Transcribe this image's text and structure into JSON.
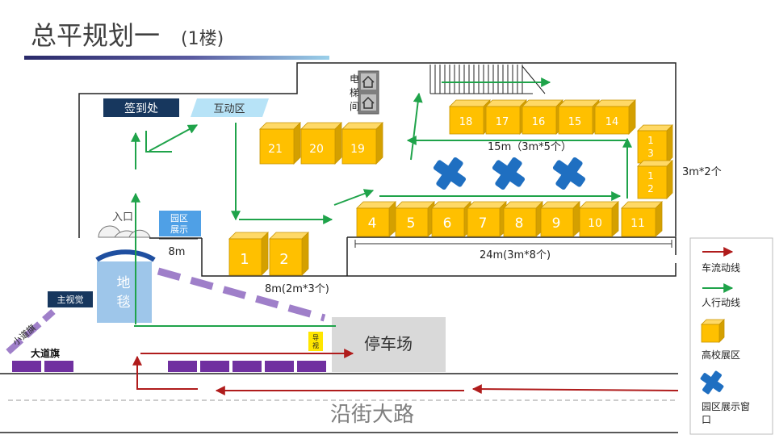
{
  "title": {
    "main": "总平规划一",
    "sub": "(1楼)"
  },
  "labels": {
    "sign_in": "签到处",
    "interaction": "互动区",
    "elevator": [
      "电",
      "梯",
      "间"
    ],
    "entrance": "入口",
    "park_display": [
      "园区",
      "展示"
    ],
    "carpet": [
      "地",
      "毯"
    ],
    "main_visual": "主视觉",
    "small_flag": "小道旗",
    "big_flag": "大道旗",
    "guide": [
      "导",
      "视"
    ],
    "parking": "停车场",
    "street": "沿街大路"
  },
  "dimensions": {
    "d8m": "8m",
    "d8m_2x3": "8m(2m*3个)",
    "d15m": "15m（3m*5个）",
    "d3m_2": "3m*2个",
    "d24m": "24m(3m*8个)"
  },
  "booths": {
    "b1": "1",
    "b2": "2",
    "b4": "4",
    "b5": "5",
    "b6": "6",
    "b7": "7",
    "b8": "8",
    "b9": "9",
    "b10": "10",
    "b11": "11",
    "b13": [
      "1",
      "3"
    ],
    "b12": [
      "1",
      "2"
    ],
    "b14": "14",
    "b15": "15",
    "b16": "16",
    "b17": "17",
    "b18": "18",
    "b19": "19",
    "b20": "20",
    "b21": "21"
  },
  "legend": {
    "vehicle_flow": "车流动线",
    "pedestrian_flow": "人行动线",
    "school_booth": "高校展区",
    "park_window": [
      "园区展示窗",
      "口"
    ]
  },
  "colors": {
    "booth_front": "#ffc000",
    "booth_top": "#ffd966",
    "booth_side": "#d4a000",
    "pedestrian": "#1fa34a",
    "vehicle": "#b01c1c",
    "park_cross": "#1f6fc1",
    "dark_navy": "#17375e",
    "carpet_blue": "#9ec6ea",
    "purple": "#7030a0",
    "purple_dash": "#9f7fc9",
    "parking_gray": "#d9d9d9",
    "guide_yellow": "#ffe600"
  }
}
